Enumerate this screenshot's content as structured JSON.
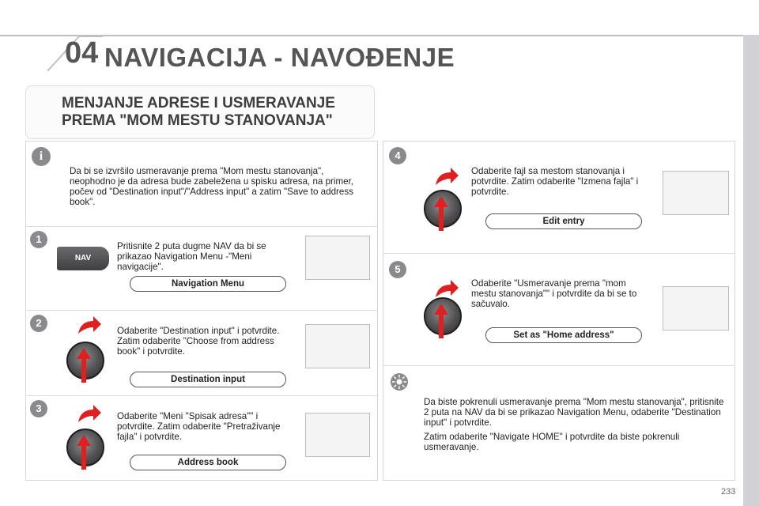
{
  "header": {
    "chapter": "04",
    "title": "NAVIGACIJA - NAVOĐENJE"
  },
  "section": {
    "title_line1": "MENJANJE ADRESE I USMERAVANJE",
    "title_line2": "PREMA \"MOM MESTU STANOVANJA\""
  },
  "info_box": {
    "text": "Da bi se izvršilo usmeravanje prema \"Mom mestu stanovanja\", neophodno je da adresa bude zabeležena u spisku adresa, na primer, počev od \"Destination input\"/\"Address input\" a zatim \"Save to address book\"."
  },
  "steps": [
    {
      "number": "1",
      "text": "Pritisnite 2 puta dugme NAV da bi se prikazao Navigation Menu -\"Meni navigacije\".",
      "button": "Navigation Menu",
      "control": "NAV"
    },
    {
      "number": "2",
      "text": "Odaberite \"Destination input\" i potvrdite. Zatim odaberite \"Choose from address book\" i potvrdite.",
      "button": "Destination input"
    },
    {
      "number": "3",
      "text": "Odaberite \"Meni \"Spisak adresa\"\" i potvrdite. Zatim odaberite \"Pretraživanje fajla\" i potvrdite.",
      "button": "Address book"
    },
    {
      "number": "4",
      "text": "Odaberite fajl sa mestom stanovanja i potvrdite. Zatim odaberite \"Izmena fajla\" i potvrdite.",
      "button": "Edit entry"
    },
    {
      "number": "5",
      "text": "Odaberite \"Usmeravanje prema \"mom mestu stanovanja\"\" i potvrdite da bi se to sačuvalo.",
      "button": "Set as \"Home address\""
    }
  ],
  "tip_box": {
    "text1": "Da biste pokrenuli usmeravanje prema \"Mom mestu stanovanja\", pritisnite 2 puta na NAV da bi se prikazao Navigation Menu, odaberite \"Destination input\" i potvrdite.",
    "text2": "Zatim odaberite \"Navigate HOME\" i potvrdite da biste pokrenuli usmeravanje."
  },
  "page_number": "233",
  "colors": {
    "accent_gray": "#8a8a8e",
    "arrow_red": "#e02020",
    "title_gray": "#555555"
  },
  "icons": {
    "info": "info-icon",
    "tip": "sun-tip-icon",
    "rotary": "rotary-knob-icon",
    "arrow": "curved-arrow-icon"
  }
}
